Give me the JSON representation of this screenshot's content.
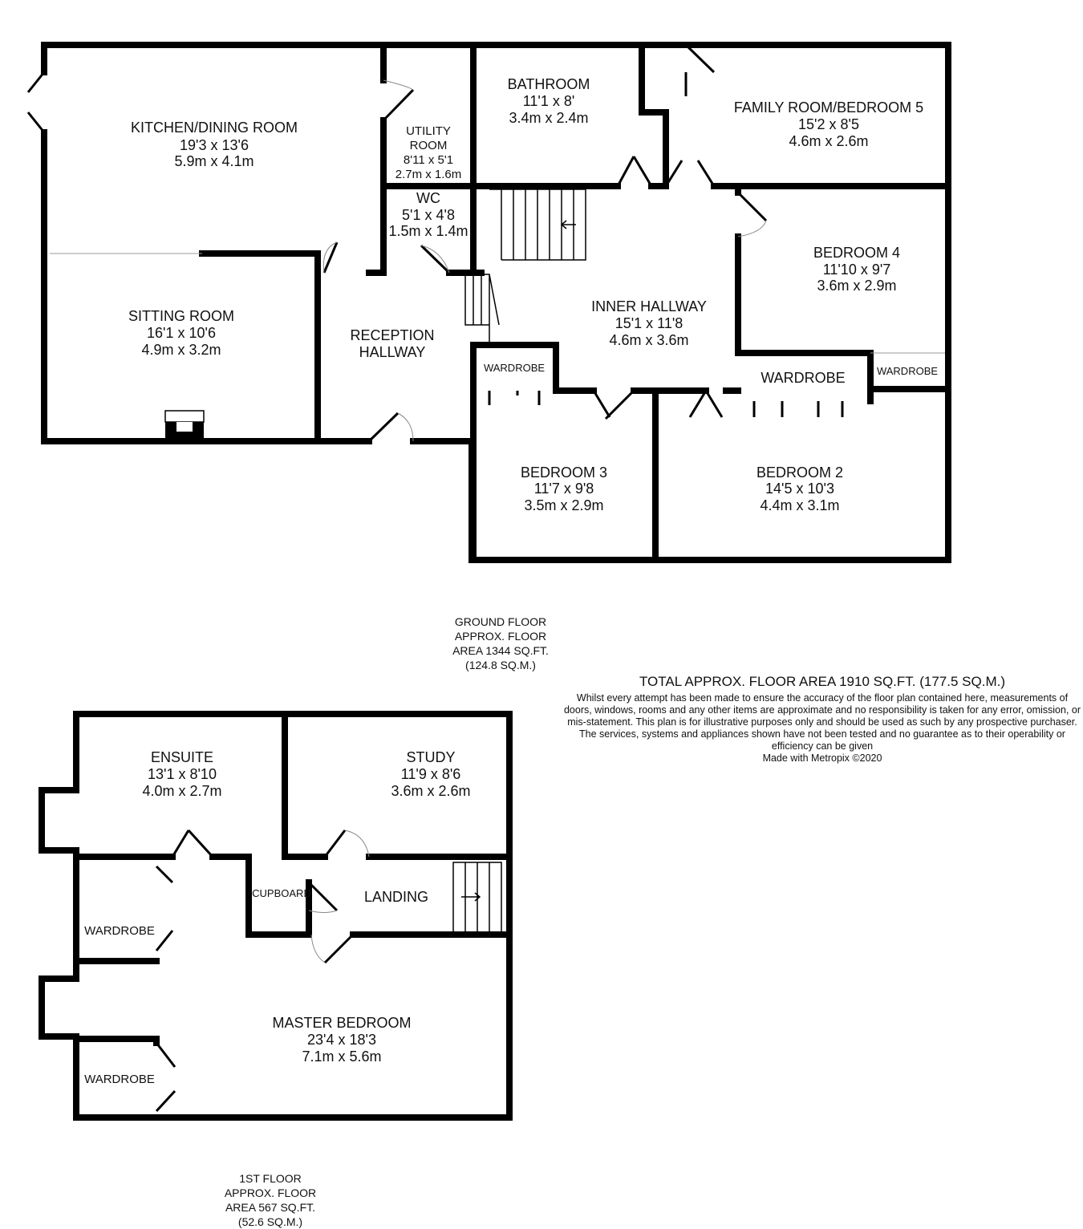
{
  "ground_floor": {
    "rooms": [
      {
        "name": "KITCHEN/DINING ROOM",
        "imperial": "19'3 x 13'6",
        "metric": "5.9m x 4.1m"
      },
      {
        "name_line1": "UTILITY",
        "name_line2": "ROOM",
        "imperial": "8'11 x 5'1",
        "metric": "2.7m x 1.6m"
      },
      {
        "name": "BATHROOM",
        "imperial": "11'1 x 8'",
        "metric": "3.4m x 2.4m"
      },
      {
        "name": "FAMILY ROOM/BEDROOM 5",
        "imperial": "15'2 x 8'5",
        "metric": "4.6m x 2.6m"
      },
      {
        "name": "WC",
        "imperial": "5'1 x 4'8",
        "metric": "1.5m x 1.4m"
      },
      {
        "name": "BEDROOM 4",
        "imperial": "11'10 x 9'7",
        "metric": "3.6m x 2.9m"
      },
      {
        "name": "SITTING ROOM",
        "imperial": "16'1 x 10'6",
        "metric": "4.9m x 3.2m"
      },
      {
        "name_line1": "RECEPTION",
        "name_line2": "HALLWAY"
      },
      {
        "name": "INNER HALLWAY",
        "imperial": "15'1 x 11'8",
        "metric": "4.6m x 3.6m"
      },
      {
        "name": "BEDROOM 3",
        "imperial": "11'7 x 9'8",
        "metric": "3.5m x 2.9m"
      },
      {
        "name": "BEDROOM 2",
        "imperial": "14'5 x 10'3",
        "metric": "4.4m x 3.1m"
      }
    ],
    "wardrobes": [
      "WARDROBE",
      "WARDROBE",
      "WARDROBE"
    ],
    "area_label": [
      "GROUND FLOOR",
      "APPROX. FLOOR",
      "AREA 1344 SQ.FT.",
      "(124.8 SQ.M.)"
    ]
  },
  "first_floor": {
    "rooms": [
      {
        "name": "ENSUITE",
        "imperial": "13'1 x 8'10",
        "metric": "4.0m x 2.7m"
      },
      {
        "name": "STUDY",
        "imperial": "11'9 x 8'6",
        "metric": "3.6m x 2.6m"
      },
      {
        "name": "LANDING"
      },
      {
        "name": "MASTER BEDROOM",
        "imperial": "23'4 x 18'3",
        "metric": "7.1m x 5.6m"
      }
    ],
    "cupboard": "CUPBOARD",
    "wardrobes": [
      "WARDROBE",
      "WARDROBE"
    ],
    "area_label": [
      "1ST FLOOR",
      "APPROX. FLOOR",
      "AREA 567 SQ.FT.",
      "(52.6 SQ.M.)"
    ]
  },
  "total_area": "TOTAL APPROX. FLOOR AREA 1910 SQ.FT. (177.5 SQ.M.)",
  "disclaimer": "Whilst every attempt has been made to ensure the accuracy of the floor plan contained here, measurements of doors, windows, rooms and any other items are approximate and no responsibility is taken for any error, omission, or mis-statement. This plan is for illustrative purposes only and should be used as such by any prospective purchaser. The services, systems and appliances shown have not been tested and no guarantee as to their operability or efficiency can be given",
  "credit": "Made with Metropix ©2020"
}
